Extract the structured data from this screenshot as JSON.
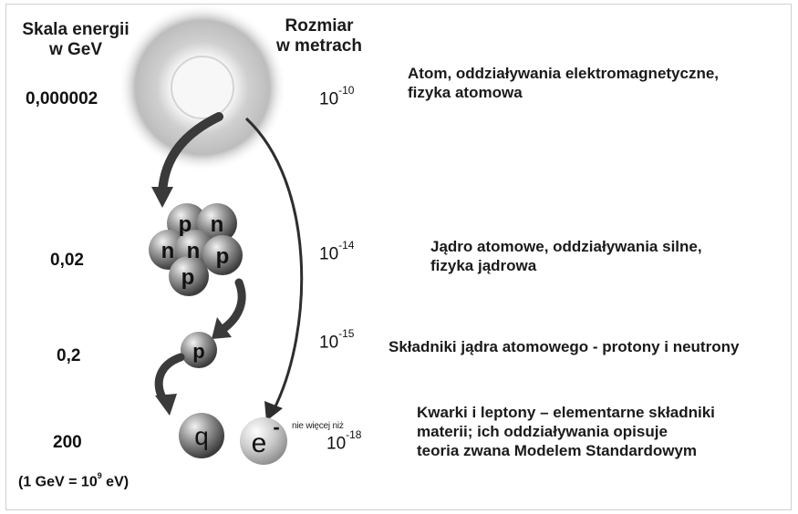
{
  "headers": {
    "energy_line1": "Skala energii",
    "energy_line2": "w GeV",
    "size_line1": "Rozmiar",
    "size_line2": "w metrach"
  },
  "levels": [
    {
      "energy": "0,000002",
      "size_base": "10",
      "size_exp": "-10",
      "desc_lines": [
        "Atom, oddziaływania elektromagnetyczne,",
        "fizyka atomowa"
      ]
    },
    {
      "energy": "0,02",
      "size_base": "10",
      "size_exp": "-14",
      "desc_lines": [
        "Jądro atomowe, oddziaływania silne,",
        "fizyka jądrowa"
      ]
    },
    {
      "energy": "0,2",
      "size_base": "10",
      "size_exp": "-15",
      "desc_lines": [
        "Składniki jądra atomowego - protony i neutrony"
      ]
    },
    {
      "energy": "200",
      "size_prefix": "nie więcej niż",
      "size_base": "10",
      "size_exp": "-18",
      "desc_lines": [
        "Kwarki i leptony – elementarne składniki",
        "materii;   ich oddziaływania opisuje",
        "teoria zwana Modelem Standardowym"
      ]
    }
  ],
  "particles": {
    "nucleus_labels": [
      "p",
      "n",
      "n",
      "n",
      "p",
      "p"
    ],
    "proton_label": "p",
    "quark_label": "q",
    "electron_label": "e",
    "electron_sup": "-"
  },
  "footnote": {
    "prefix": "(1 GeV = 10",
    "exp": "9",
    "suffix": " eV)"
  },
  "colors": {
    "arrow": "#3a3a3a",
    "sphere_light": "#e6e6e6",
    "sphere_dark": "#4a4a4a",
    "glow": "#b5b5b5"
  }
}
